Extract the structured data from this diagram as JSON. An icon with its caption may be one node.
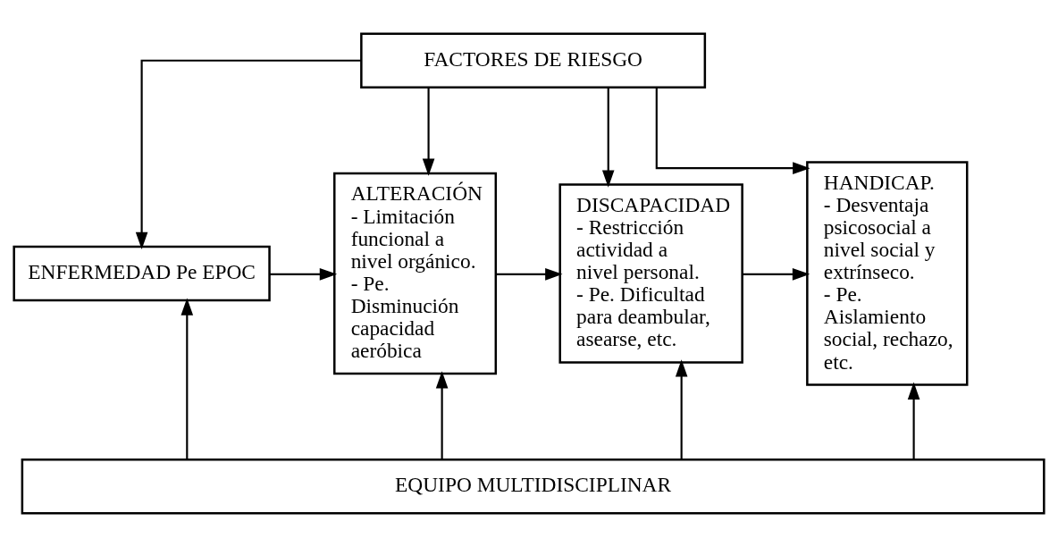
{
  "diagram": {
    "nodes": [
      {
        "text": [
          "FACTORES DE RIESGO"
        ]
      },
      {
        "text": [
          "ENFERMEDAD Pe EPOC"
        ]
      },
      {
        "text": [
          "ALTERACIÓN",
          "- Limitación funcional a nivel orgánico.",
          "- Pe. Disminución capacidad aeróbica"
        ]
      },
      {
        "text": [
          "DISCAPACIDAD",
          "- Restricción actividad a nivel personal.",
          "- Pe. Dificultad para deambular, asearse, etc."
        ]
      },
      {
        "text": [
          "HANDICAP.",
          "- Desventaja psicosocial a nivel social y extrínseco.",
          "- Pe. Aislamiento social, rechazo, etc."
        ]
      },
      {
        "text": [
          "EQUIPO MULTIDISCIPLINAR"
        ]
      }
    ],
    "edges": [
      {
        "from": 0,
        "to": 1,
        "arrow": "to"
      },
      {
        "from": 0,
        "to": 2,
        "arrow": "to"
      },
      {
        "from": 0,
        "to": 3,
        "arrow": "to"
      },
      {
        "from": 0,
        "to": 4,
        "arrow": "to"
      },
      {
        "from": 1,
        "to": 2,
        "arrow": "to"
      },
      {
        "from": 2,
        "to": 3,
        "arrow": "to"
      },
      {
        "from": 3,
        "to": 4,
        "arrow": "to"
      },
      {
        "from": 5,
        "to": 1,
        "arrow": "to"
      },
      {
        "from": 5,
        "to": 2,
        "arrow": "to"
      },
      {
        "from": 5,
        "to": 3,
        "arrow": "to"
      },
      {
        "from": 5,
        "to": 4,
        "arrow": "to"
      }
    ]
  }
}
